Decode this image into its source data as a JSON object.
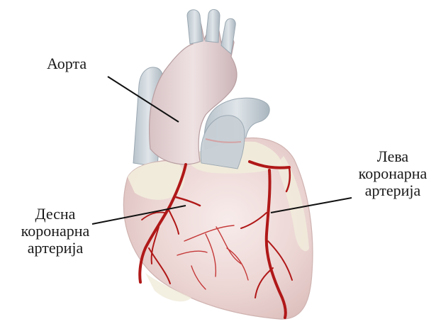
{
  "labels": {
    "aorta": "Аорта",
    "right_coronary": [
      "Десна",
      "коронарна",
      "артерија"
    ],
    "left_coronary": [
      "Лева",
      "коронарна",
      "артерија"
    ]
  },
  "colors": {
    "heart_body": "#eedad8",
    "heart_fat": "#f1ecdc",
    "aorta": "#e2cfd0",
    "great_vessels": "#c4cdd3",
    "artery": "#b01818",
    "leader_line": "#111111"
  }
}
